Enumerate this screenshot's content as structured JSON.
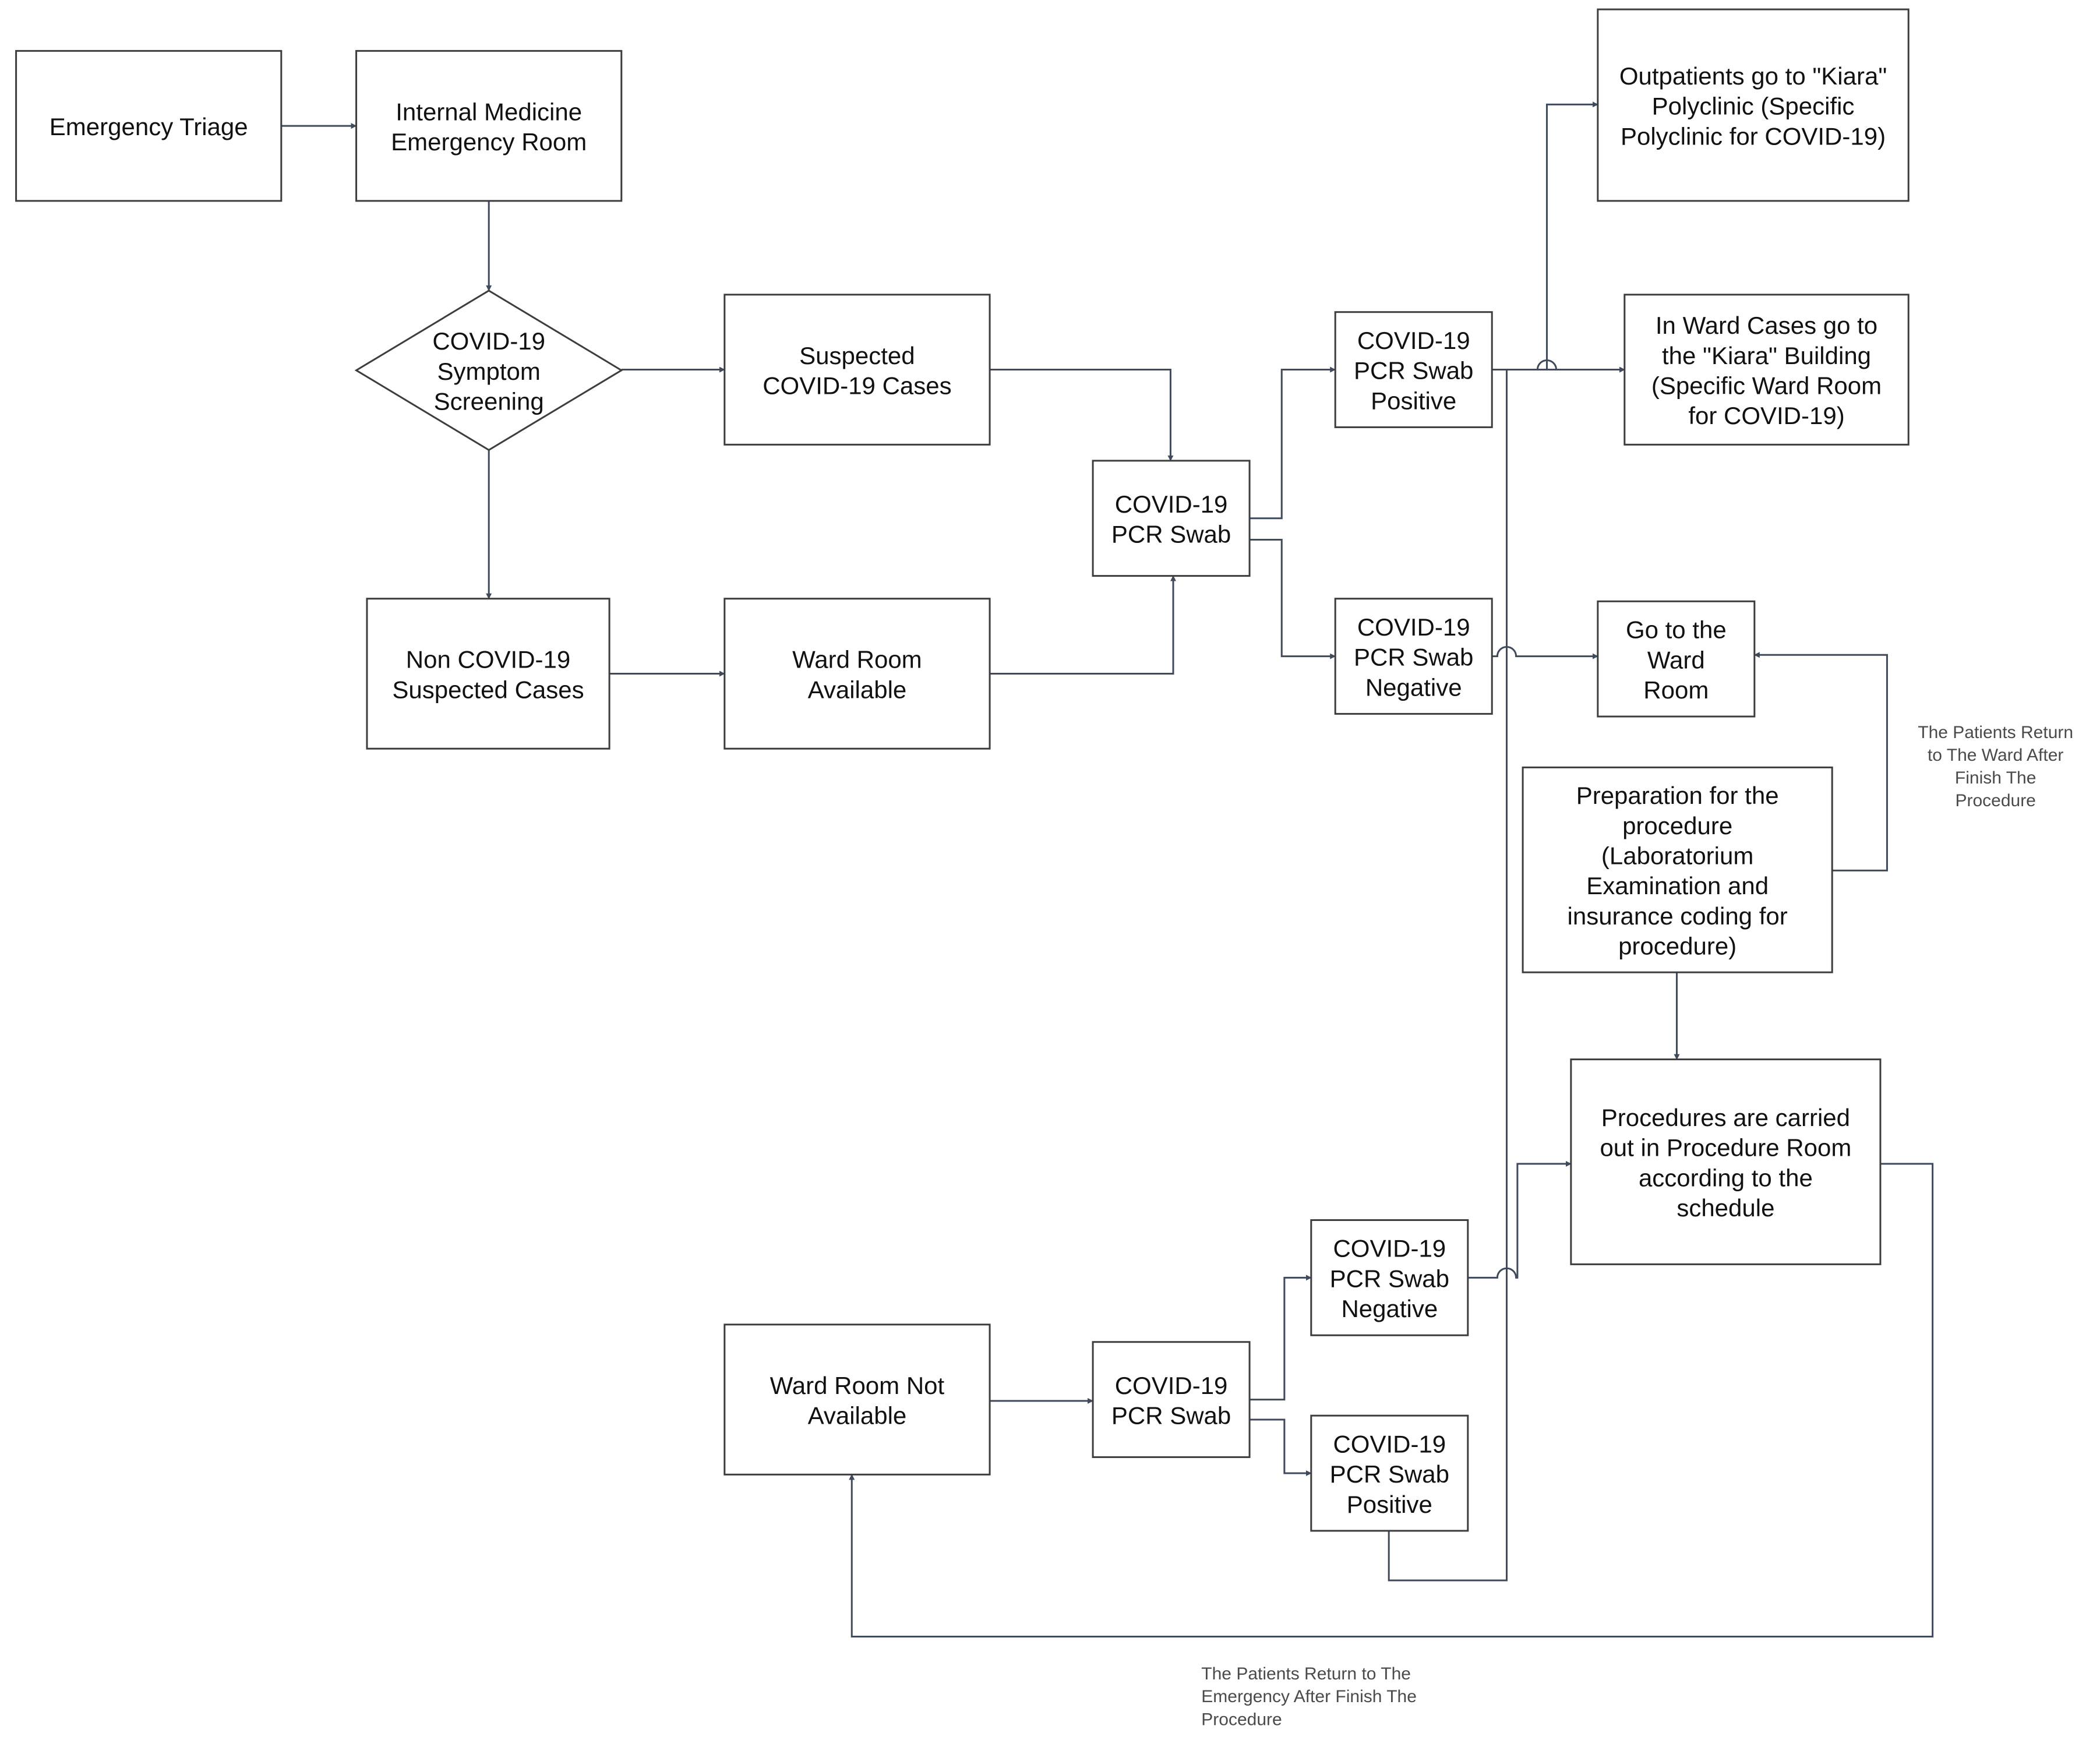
{
  "diagram": {
    "type": "flowchart",
    "colors": {
      "node_border": "#3d3d3d",
      "edge": "#3f4a5c",
      "text": "#111111",
      "note_text": "#4a4a4a",
      "background": "#ffffff"
    },
    "nodes": [
      {
        "id": "emergency-triage",
        "shape": "rect",
        "lines": [
          "Emergency Triage"
        ]
      },
      {
        "id": "internal-medicine-er",
        "shape": "rect",
        "lines": [
          "Internal Medicine",
          "Emergency Room"
        ]
      },
      {
        "id": "symptom-screening",
        "shape": "diamond",
        "lines": [
          "COVID-19",
          "Symptom",
          "Screening"
        ]
      },
      {
        "id": "suspected-cases",
        "shape": "rect",
        "lines": [
          "Suspected",
          "COVID-19 Cases"
        ]
      },
      {
        "id": "non-suspected-cases",
        "shape": "rect",
        "lines": [
          "Non COVID-19",
          "Suspected Cases"
        ]
      },
      {
        "id": "ward-room-available",
        "shape": "rect",
        "lines": [
          "Ward Room",
          "Available"
        ]
      },
      {
        "id": "pcr-swab-top",
        "shape": "rect",
        "lines": [
          "COVID-19",
          "PCR Swab"
        ]
      },
      {
        "id": "pcr-positive-top",
        "shape": "rect",
        "lines": [
          "COVID-19",
          "PCR Swab",
          "Positive"
        ]
      },
      {
        "id": "pcr-negative-top",
        "shape": "rect",
        "lines": [
          "COVID-19",
          "PCR Swab",
          "Negative"
        ]
      },
      {
        "id": "outpatients-kiara",
        "shape": "rect",
        "lines": [
          "Outpatients go to \"Kiara\"",
          "Polyclinic (Specific",
          "Polyclinic for COVID-19)"
        ]
      },
      {
        "id": "inward-kiara",
        "shape": "rect",
        "lines": [
          "In Ward Cases go to",
          "the \"Kiara\" Building",
          "(Specific Ward Room",
          "for COVID-19)"
        ]
      },
      {
        "id": "go-to-ward",
        "shape": "rect",
        "lines": [
          "Go to the",
          "Ward",
          "Room"
        ]
      },
      {
        "id": "preparation",
        "shape": "rect",
        "lines": [
          "Preparation for the",
          "procedure",
          "(Laboratorium",
          "Examination and",
          "insurance coding for",
          "procedure)"
        ]
      },
      {
        "id": "procedures",
        "shape": "rect",
        "lines": [
          "Procedures are carried",
          "out in Procedure Room",
          "according to the",
          "schedule"
        ]
      },
      {
        "id": "ward-not-available",
        "shape": "rect",
        "lines": [
          "Ward Room Not",
          "Available"
        ]
      },
      {
        "id": "pcr-swab-bottom",
        "shape": "rect",
        "lines": [
          "COVID-19",
          "PCR Swab"
        ]
      },
      {
        "id": "pcr-negative-bottom",
        "shape": "rect",
        "lines": [
          "COVID-19",
          "PCR Swab",
          "Negative"
        ]
      },
      {
        "id": "pcr-positive-bottom",
        "shape": "rect",
        "lines": [
          "COVID-19",
          "PCR Swab",
          "Positive"
        ]
      }
    ],
    "edges": [
      {
        "from": "emergency-triage",
        "to": "internal-medicine-er"
      },
      {
        "from": "internal-medicine-er",
        "to": "symptom-screening"
      },
      {
        "from": "symptom-screening",
        "to": "suspected-cases"
      },
      {
        "from": "symptom-screening",
        "to": "non-suspected-cases"
      },
      {
        "from": "suspected-cases",
        "to": "pcr-swab-top"
      },
      {
        "from": "non-suspected-cases",
        "to": "ward-room-available"
      },
      {
        "from": "ward-room-available",
        "to": "pcr-swab-top"
      },
      {
        "from": "pcr-swab-top",
        "to": "pcr-positive-top"
      },
      {
        "from": "pcr-swab-top",
        "to": "pcr-negative-top"
      },
      {
        "from": "pcr-positive-top",
        "to": "outpatients-kiara"
      },
      {
        "from": "pcr-positive-top",
        "to": "inward-kiara"
      },
      {
        "from": "pcr-negative-top",
        "to": "go-to-ward"
      },
      {
        "from": "preparation",
        "to": "go-to-ward",
        "note": "The Patients Return to The Ward After Finish The Procedure"
      },
      {
        "from": "preparation",
        "to": "procedures"
      },
      {
        "from": "ward-not-available",
        "to": "pcr-swab-bottom"
      },
      {
        "from": "pcr-swab-bottom",
        "to": "pcr-negative-bottom"
      },
      {
        "from": "pcr-swab-bottom",
        "to": "pcr-positive-bottom"
      },
      {
        "from": "pcr-negative-bottom",
        "to": "procedures"
      },
      {
        "from": "pcr-positive-bottom",
        "to": "inward-kiara"
      },
      {
        "from": "procedures",
        "to": "ward-not-available",
        "note": "The Patients Return to The Emergency After Finish The Procedure"
      }
    ],
    "notes": [
      {
        "id": "return-ward-note",
        "lines": [
          "The Patients Return",
          "to The Ward After",
          "Finish The",
          "Procedure"
        ]
      },
      {
        "id": "return-emergency-note",
        "lines": [
          "The Patients Return to The",
          "Emergency After Finish The",
          "Procedure"
        ]
      }
    ]
  }
}
